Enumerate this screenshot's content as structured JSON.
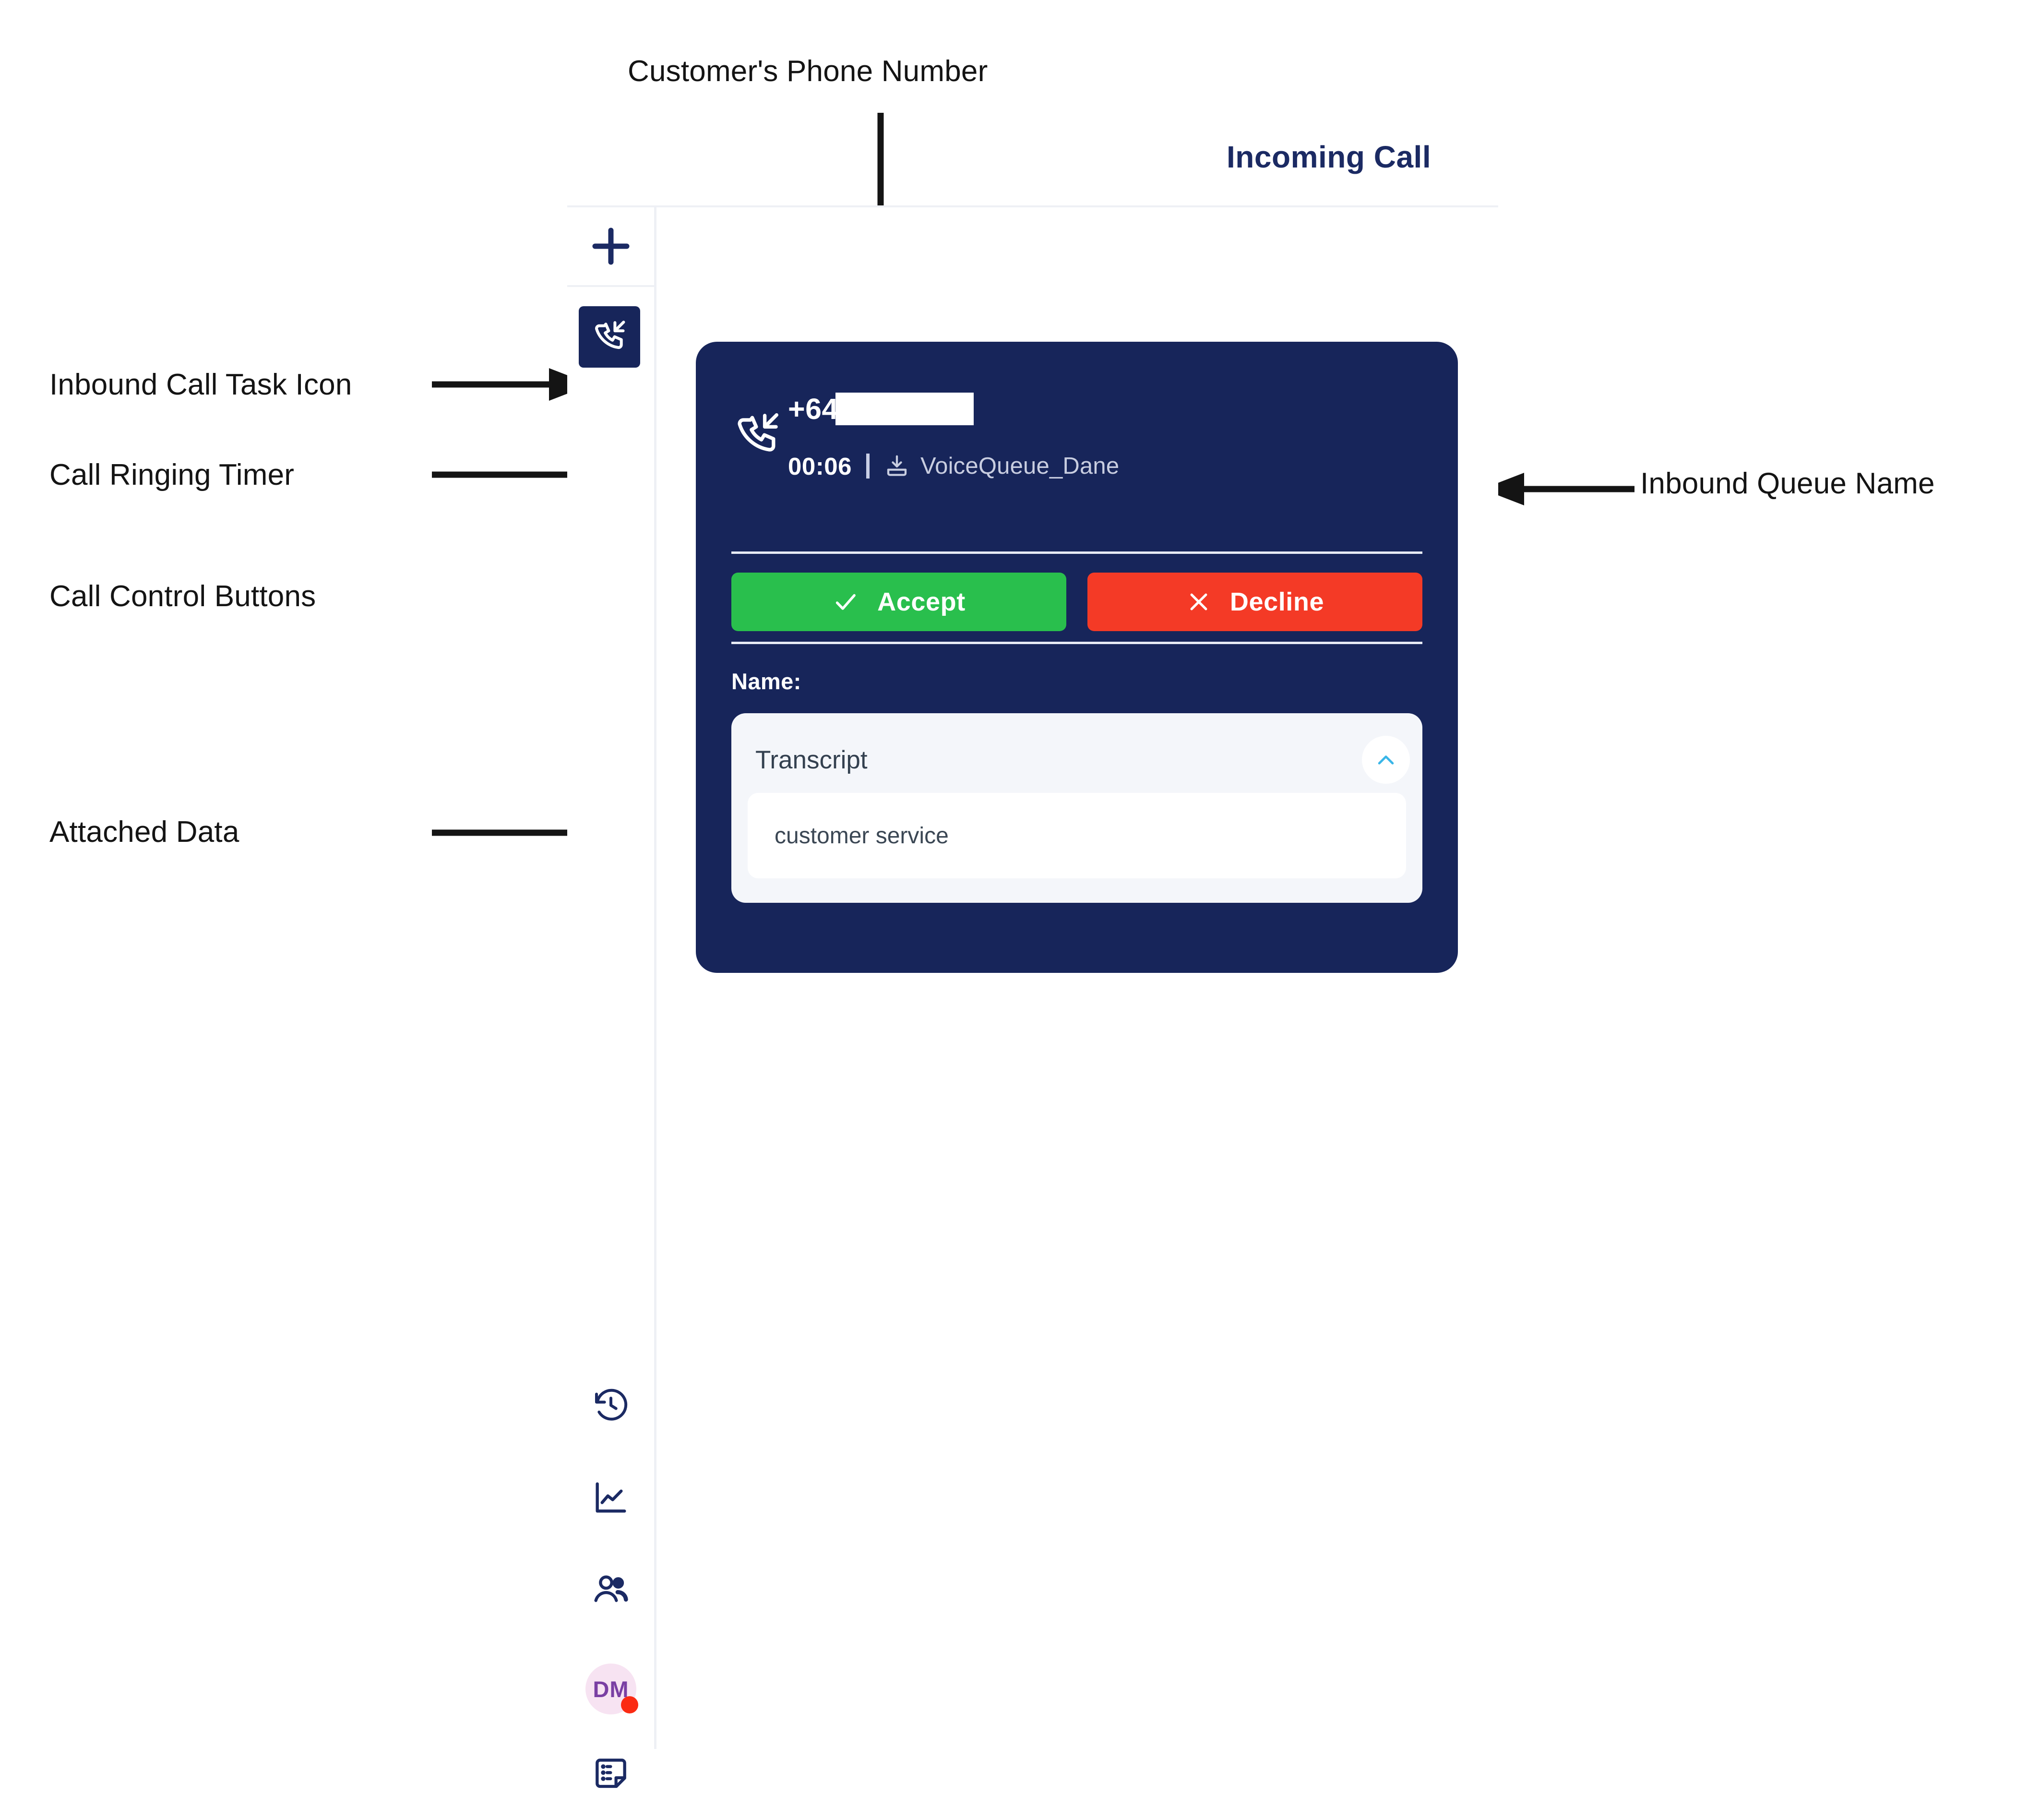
{
  "header": {
    "title": "Incoming Call"
  },
  "sidebar": {
    "add_icon": "plus-icon",
    "task_icon": "phone-incoming-icon",
    "items": [
      {
        "icon": "history-icon",
        "name": "history"
      },
      {
        "icon": "analytics-icon",
        "name": "analytics"
      },
      {
        "icon": "contacts-icon",
        "name": "contacts"
      },
      {
        "icon": "apps-grid-icon",
        "name": "apps"
      },
      {
        "icon": "notes-icon",
        "name": "notes"
      }
    ],
    "avatar": {
      "initials": "DM",
      "status_color": "#fb2b13"
    }
  },
  "call_card": {
    "direction_icon": "phone-incoming-icon",
    "phone_number": "+64",
    "phone_number_redacted": true,
    "timer": "00:06",
    "queue_icon": "inbound-tray-icon",
    "queue_name": "VoiceQueue_Dane",
    "accept_label": "Accept",
    "accept_icon": "check-icon",
    "decline_label": "Decline",
    "decline_icon": "x-icon",
    "name_label": "Name:",
    "transcript": {
      "title": "Transcript",
      "collapse_icon": "chevron-up-icon",
      "value": "customer service"
    },
    "colors": {
      "card_bg": "#17255a",
      "accept": "#29bf4d",
      "decline": "#f43a26",
      "panel": "#f4f6fa"
    }
  },
  "annotations": [
    {
      "id": "a1",
      "text": "Customer's Phone Number"
    },
    {
      "id": "a2",
      "text": "Inbound Call Task Icon"
    },
    {
      "id": "a3",
      "text": "Call Ringing Timer"
    },
    {
      "id": "a4",
      "text": "Call Control Buttons"
    },
    {
      "id": "a5",
      "text": "Attached Data"
    },
    {
      "id": "a6",
      "text": "Inbound Queue Name"
    }
  ]
}
